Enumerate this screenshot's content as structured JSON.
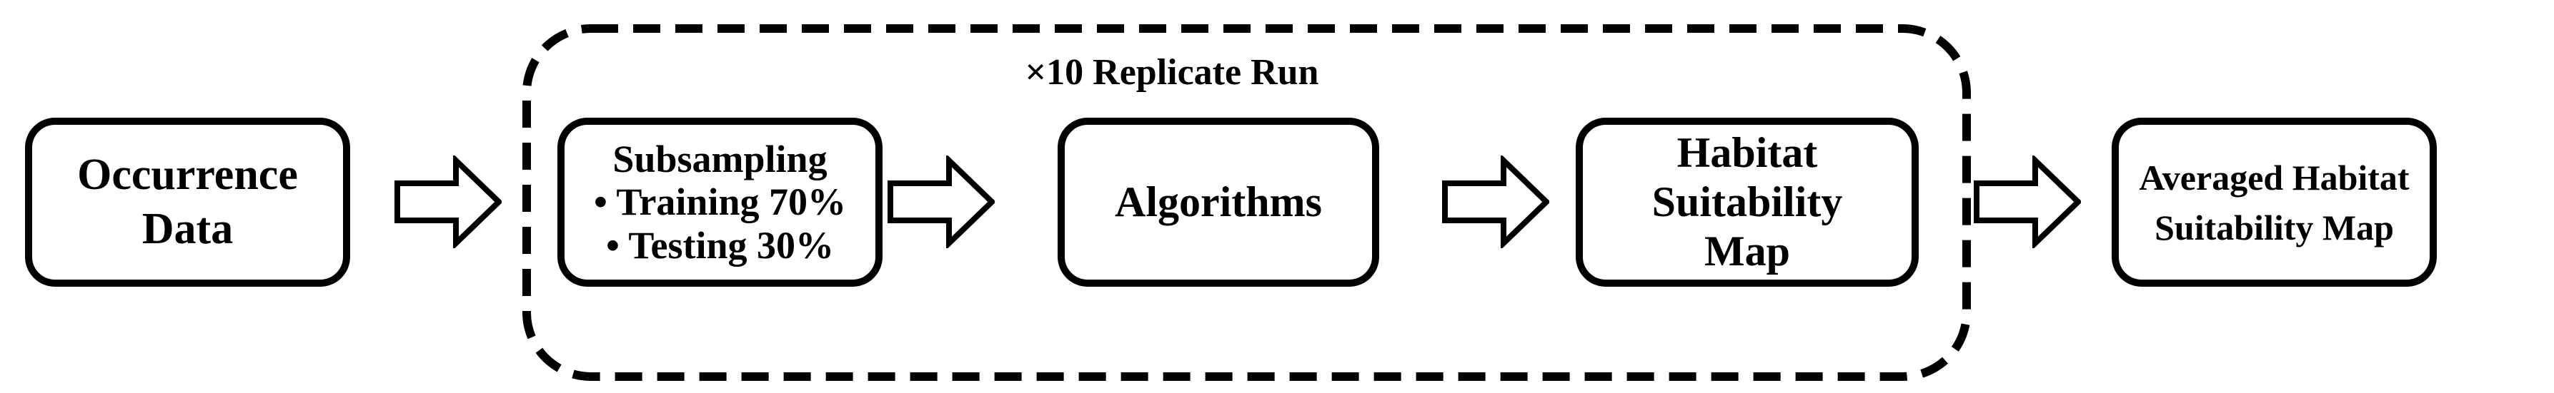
{
  "figure": {
    "background_color": "#ffffff",
    "line_color": "#000000",
    "replicate_group": {
      "title": "×10 Replicate Run"
    },
    "nodes": {
      "occurrence": {
        "lines": [
          "Occurrence",
          "Data"
        ]
      },
      "subsampling": {
        "lines": [
          "Subsampling",
          "• Training 70%",
          "• Testing 30%"
        ]
      },
      "algorithms": {
        "lines": [
          "Algorithms"
        ]
      },
      "habitat_map": {
        "lines": [
          "Habitat",
          "Suitability",
          "Map"
        ]
      },
      "averaged_map": {
        "lines": [
          "Averaged Habitat",
          "Suitability Map"
        ]
      }
    }
  }
}
